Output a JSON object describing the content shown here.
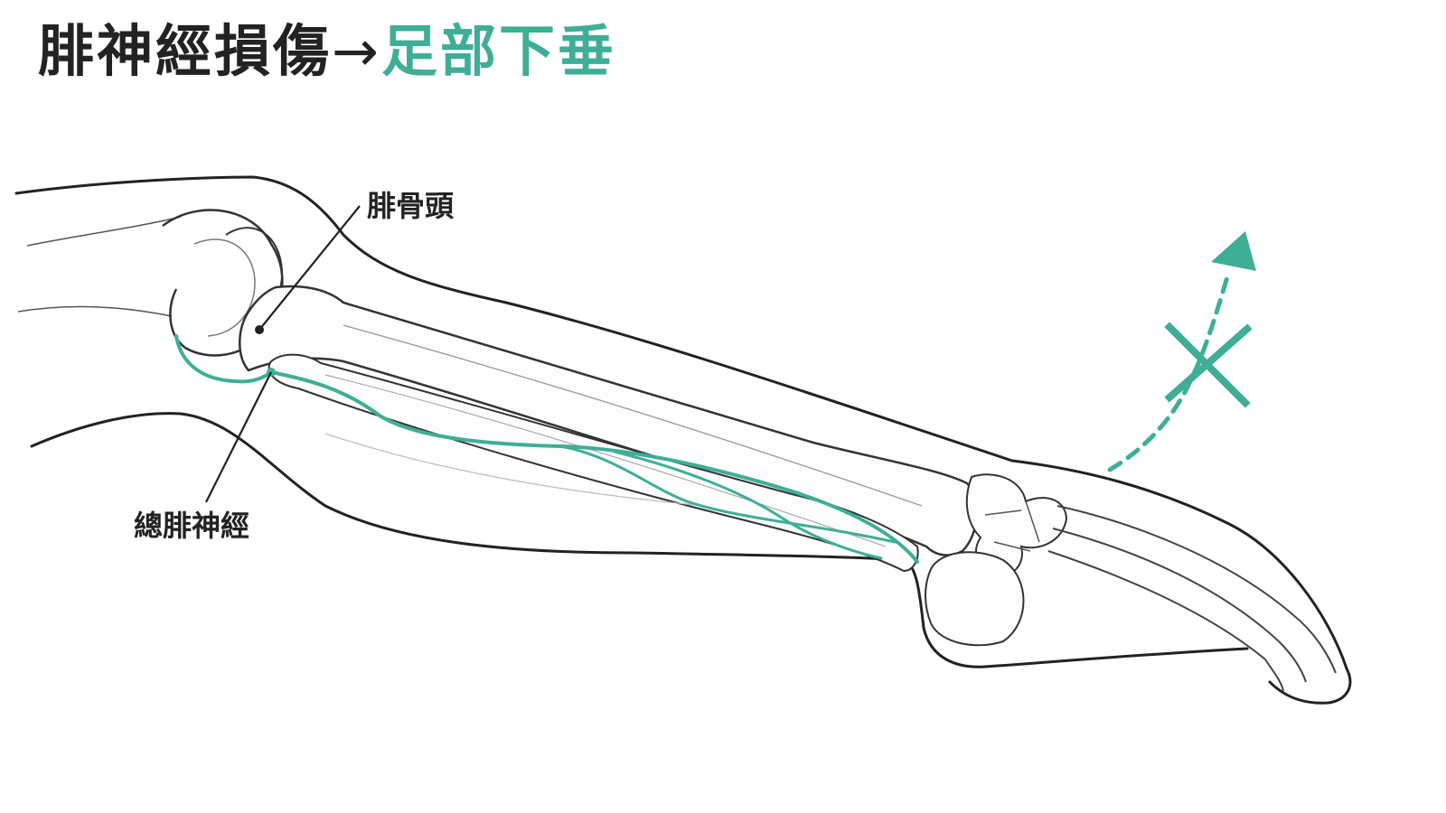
{
  "title": {
    "main": "腓神經損傷",
    "arrow": "→",
    "accent": "足部下垂"
  },
  "labels": {
    "fibular_head": "腓骨頭",
    "common_peroneal_nerve": "總腓神經"
  },
  "colors": {
    "accent": "#3fae97",
    "ink": "#222222",
    "bone_line": "#8a8a8a",
    "background": "#ffffff"
  },
  "icons": {
    "blocked_motion": "x-mark-icon",
    "dorsiflexion": "dashed-curved-arrow-icon"
  }
}
